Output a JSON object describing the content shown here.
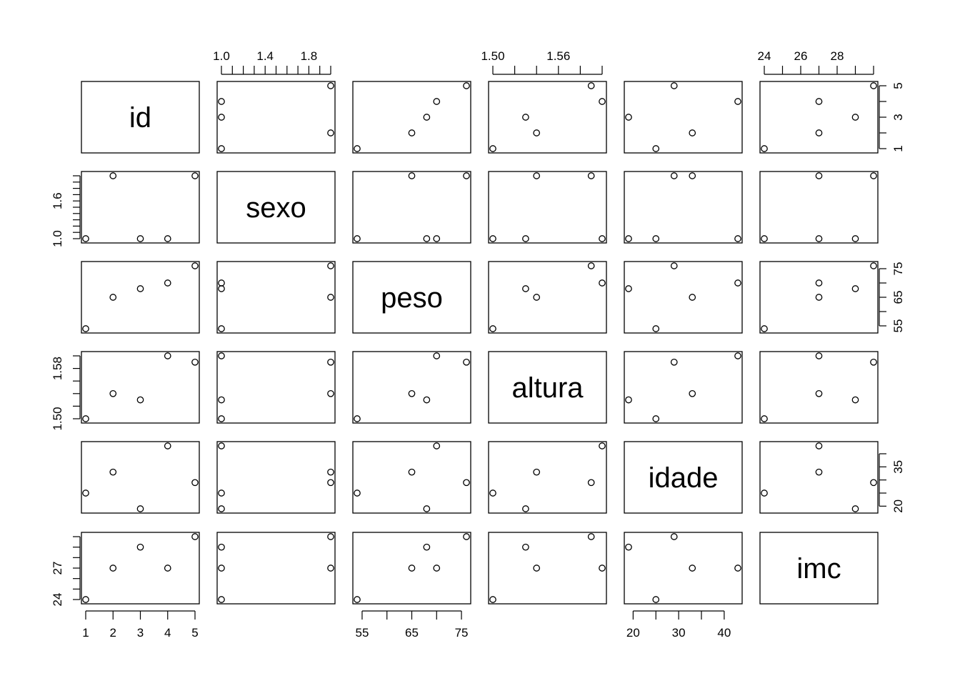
{
  "chart_data": {
    "type": "scatter",
    "subtype": "scatterplot-matrix",
    "variables": [
      "id",
      "sexo",
      "peso",
      "altura",
      "idade",
      "imc"
    ],
    "data": {
      "id": [
        1,
        2,
        3,
        4,
        5
      ],
      "sexo": [
        1,
        2,
        1,
        1,
        2
      ],
      "peso": [
        54,
        65,
        68,
        70,
        76
      ],
      "altura": [
        1.5,
        1.54,
        1.53,
        1.6,
        1.59
      ],
      "idade": [
        25,
        33,
        19,
        43,
        29
      ],
      "imc": [
        24,
        27,
        29,
        27,
        30
      ]
    },
    "ranges": {
      "id": [
        1,
        5
      ],
      "sexo": [
        1,
        2
      ],
      "peso": [
        54,
        76
      ],
      "altura": [
        1.5,
        1.6
      ],
      "idade": [
        19,
        43
      ],
      "imc": [
        24,
        30
      ]
    },
    "axes": {
      "id": {
        "side": "bottom",
        "ticks": [
          1,
          2,
          3,
          4,
          5
        ],
        "labels": [
          "1",
          "2",
          "3",
          "4",
          "5"
        ]
      },
      "sexo": {
        "side": "top",
        "ticks": [
          1.0,
          1.1,
          1.2,
          1.3,
          1.4,
          1.5,
          1.6,
          1.7,
          1.8,
          1.9,
          2.0
        ],
        "labels": [
          "1.0",
          "",
          "",
          "",
          "1.4",
          "",
          "",
          "",
          "1.8",
          "",
          ""
        ]
      },
      "peso": {
        "side": "bottom",
        "ticks": [
          55,
          60,
          65,
          70,
          75
        ],
        "labels": [
          "55",
          "",
          "65",
          "",
          "75"
        ]
      },
      "altura": {
        "side": "top",
        "ticks": [
          1.5,
          1.52,
          1.54,
          1.56,
          1.58,
          1.6
        ],
        "labels": [
          "1.50",
          "",
          "",
          "1.56",
          "",
          ""
        ]
      },
      "idade": {
        "side": "bottom",
        "ticks": [
          20,
          25,
          30,
          35,
          40
        ],
        "labels": [
          "20",
          "",
          "30",
          "",
          "40"
        ]
      },
      "imc": {
        "side": "top",
        "ticks": [
          24,
          25,
          26,
          27,
          28,
          29,
          30
        ],
        "labels": [
          "24",
          "",
          "26",
          "",
          "28",
          "",
          ""
        ]
      }
    },
    "row_axes": {
      "id": {
        "side": "right",
        "ticks": [
          1,
          2,
          3,
          4,
          5
        ],
        "labels": [
          "1",
          "",
          "3",
          "",
          "5"
        ]
      },
      "sexo": {
        "side": "left",
        "ticks": [
          1.0,
          1.1,
          1.2,
          1.3,
          1.4,
          1.5,
          1.6,
          1.7,
          1.8,
          1.9,
          2.0
        ],
        "labels": [
          "1.0",
          "",
          "",
          "",
          "",
          "",
          "1.6",
          "",
          "",
          "",
          ""
        ]
      },
      "peso": {
        "side": "right",
        "ticks": [
          55,
          60,
          65,
          70,
          75
        ],
        "labels": [
          "55",
          "",
          "65",
          "",
          "75"
        ]
      },
      "altura": {
        "side": "left",
        "ticks": [
          1.5,
          1.52,
          1.54,
          1.56,
          1.58,
          1.6
        ],
        "labels": [
          "1.50",
          "",
          "",
          "",
          "1.58",
          ""
        ]
      },
      "idade": {
        "side": "right",
        "ticks": [
          20,
          25,
          30,
          35,
          40
        ],
        "labels": [
          "20",
          "",
          "",
          "35",
          ""
        ]
      },
      "imc": {
        "side": "left",
        "ticks": [
          24,
          25,
          26,
          27,
          28,
          29,
          30
        ],
        "labels": [
          "24",
          "",
          "",
          "27",
          "",
          "",
          ""
        ]
      }
    },
    "grid": false,
    "marker": "open-circle",
    "color": "#000000"
  }
}
